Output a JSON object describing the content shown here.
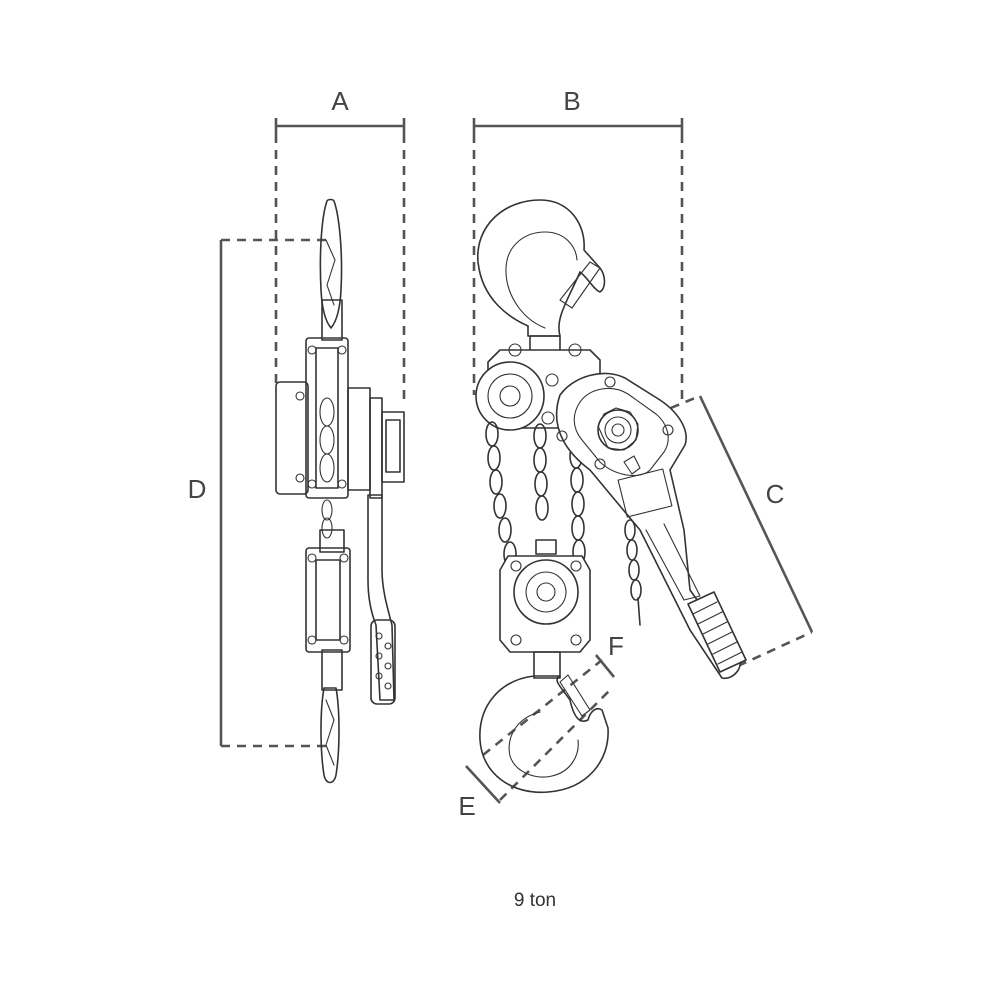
{
  "labels": {
    "A": "A",
    "B": "B",
    "C": "C",
    "D": "D",
    "E": "E",
    "F": "F"
  },
  "caption": "9 ton",
  "colors": {
    "line": "#333333",
    "dimension": "#555555",
    "background": "#ffffff"
  }
}
